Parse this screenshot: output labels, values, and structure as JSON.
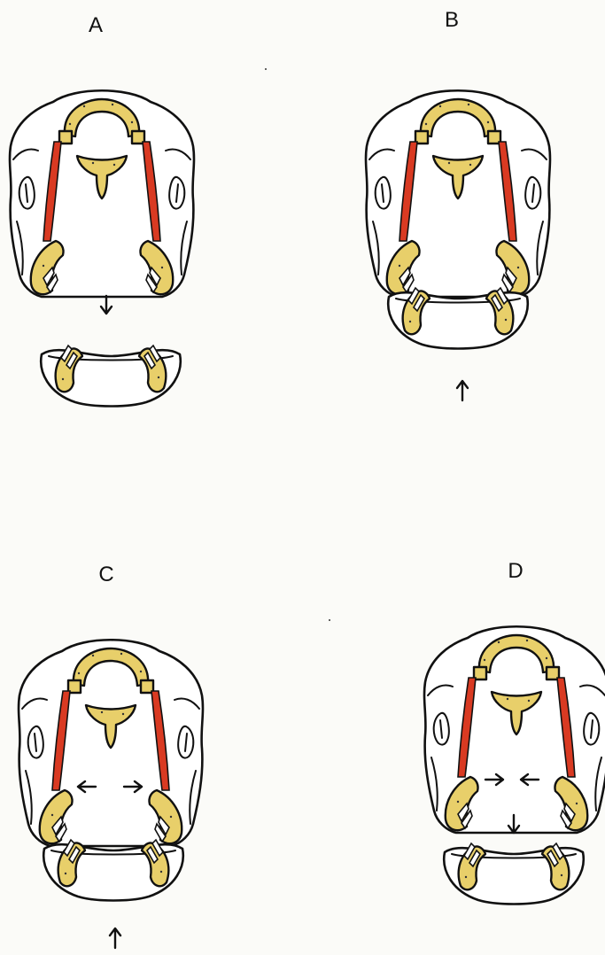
{
  "panels": [
    {
      "id": "A",
      "label": "A"
    },
    {
      "id": "B",
      "label": "B"
    },
    {
      "id": "C",
      "label": "C"
    },
    {
      "id": "D",
      "label": "D"
    }
  ],
  "colors": {
    "bone": "#e8cf6a",
    "muscle": "#d93a22",
    "outline": "#111111",
    "background": "#fbfbf8"
  },
  "icons": {
    "movement_arrows": "arrow-icon"
  }
}
